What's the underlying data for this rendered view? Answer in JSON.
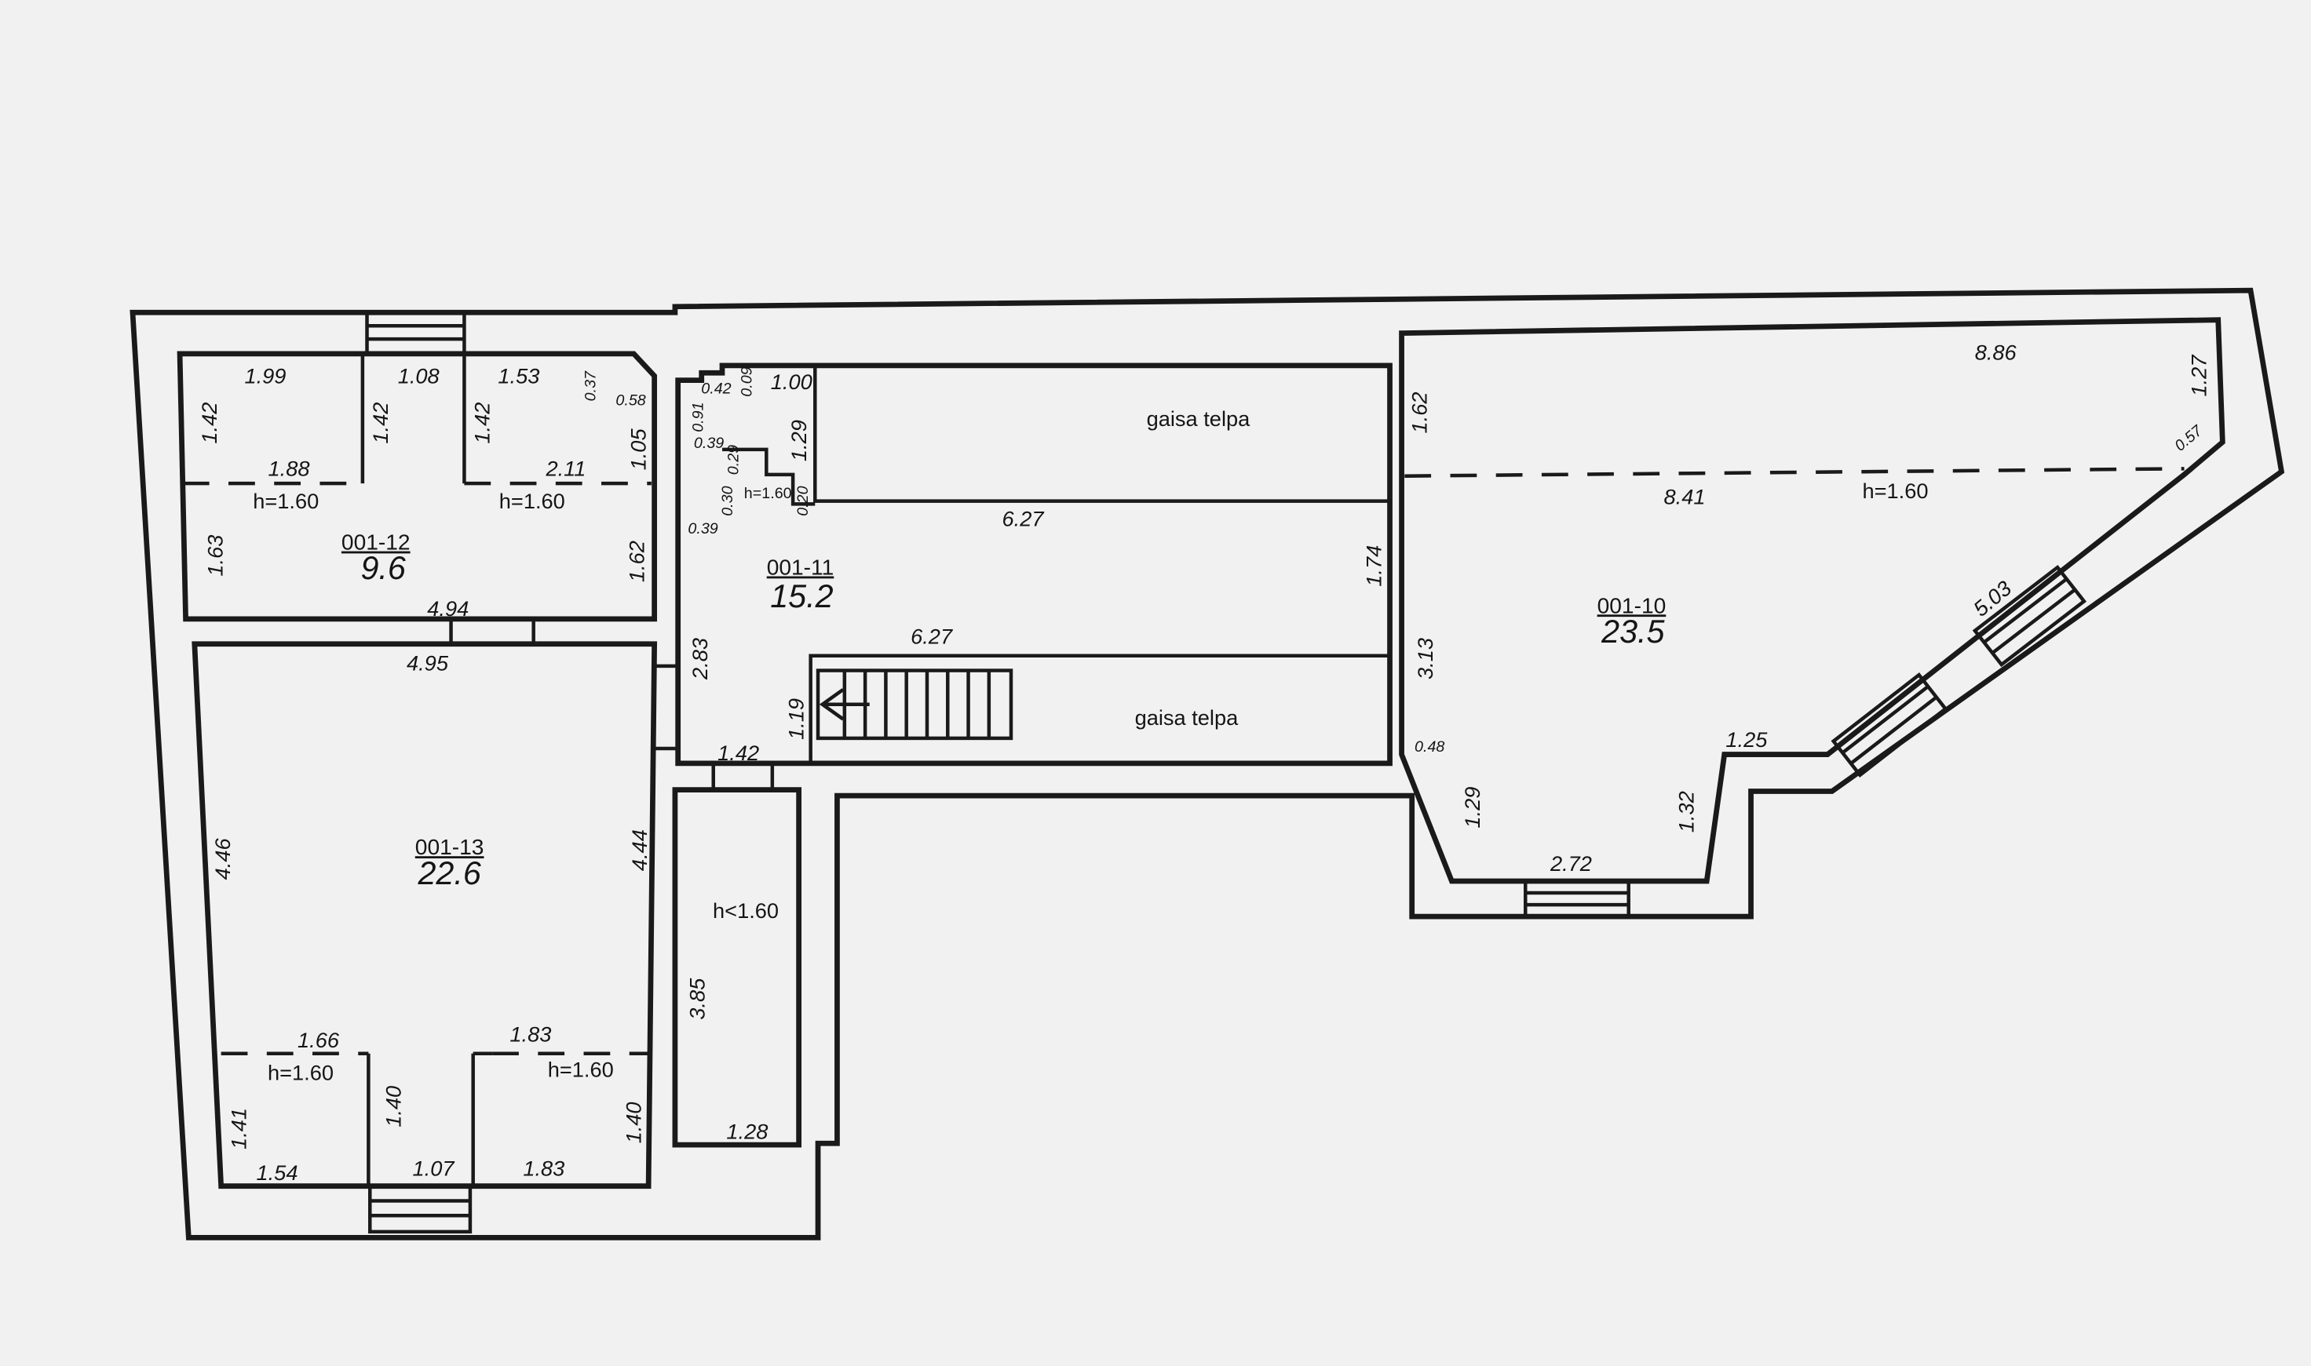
{
  "rooms": [
    {
      "id": "001-12",
      "area": "9.6"
    },
    {
      "id": "001-11",
      "area": "15.2"
    },
    {
      "id": "001-13",
      "area": "22.6"
    },
    {
      "id": "001-10",
      "area": "23.5"
    }
  ],
  "labels": {
    "air_space_top": "gaisa telpa",
    "air_space_bottom": "gaisa telpa",
    "low_height": "h<1.60"
  },
  "heights": {
    "r12_left": "h=1.60",
    "r12_right": "h=1.60",
    "r13_left": "h=1.60",
    "r13_right": "h=1.60",
    "r11_small": "h=1.60",
    "r10": "h=1.60"
  },
  "dimensions": {
    "r12": {
      "top_left": "1.99",
      "top_mid": "1.08",
      "top_right": "1.53",
      "corner_a": "0.37",
      "corner_b": "0.58",
      "left_upper": "1.42",
      "mid_left": "1.42",
      "mid_right": "1.42",
      "right_upper": "1.05",
      "inner_left": "1.88",
      "inner_right": "2.11",
      "left_lower": "1.63",
      "right_lower": "1.62",
      "bottom": "4.94"
    },
    "r13": {
      "top": "4.95",
      "left": "4.46",
      "right": "4.44",
      "inner_left": "1.66",
      "inner_right": "1.83",
      "bot_left_h": "1.41",
      "bot_mid_h": "1.40",
      "bot_right_h": "1.40",
      "bot_left": "1.54",
      "bot_mid": "1.07",
      "bot_right": "1.83"
    },
    "r11": {
      "d091": "0.91",
      "d042": "0.42",
      "d009": "0.09",
      "d100": "1.00",
      "d039a": "0.39",
      "d029": "0.29",
      "d129": "1.29",
      "d030": "0.30",
      "d020": "0.20",
      "d039b": "0.39",
      "top_627": "6.27",
      "right_174": "1.74",
      "left_283": "2.83",
      "mid_627": "6.27",
      "stair_119": "1.19",
      "bottom_142": "1.42"
    },
    "small": {
      "height": "3.85",
      "bottom": "1.28"
    },
    "r10": {
      "top": "8.86",
      "right_top": "1.27",
      "corner": "0.57",
      "left_top": "1.62",
      "dash": "8.41",
      "diag": "5.03",
      "left_mid": "3.13",
      "d048": "0.48",
      "d125": "1.25",
      "d129": "1.29",
      "d132": "1.32",
      "bottom": "2.72"
    }
  }
}
